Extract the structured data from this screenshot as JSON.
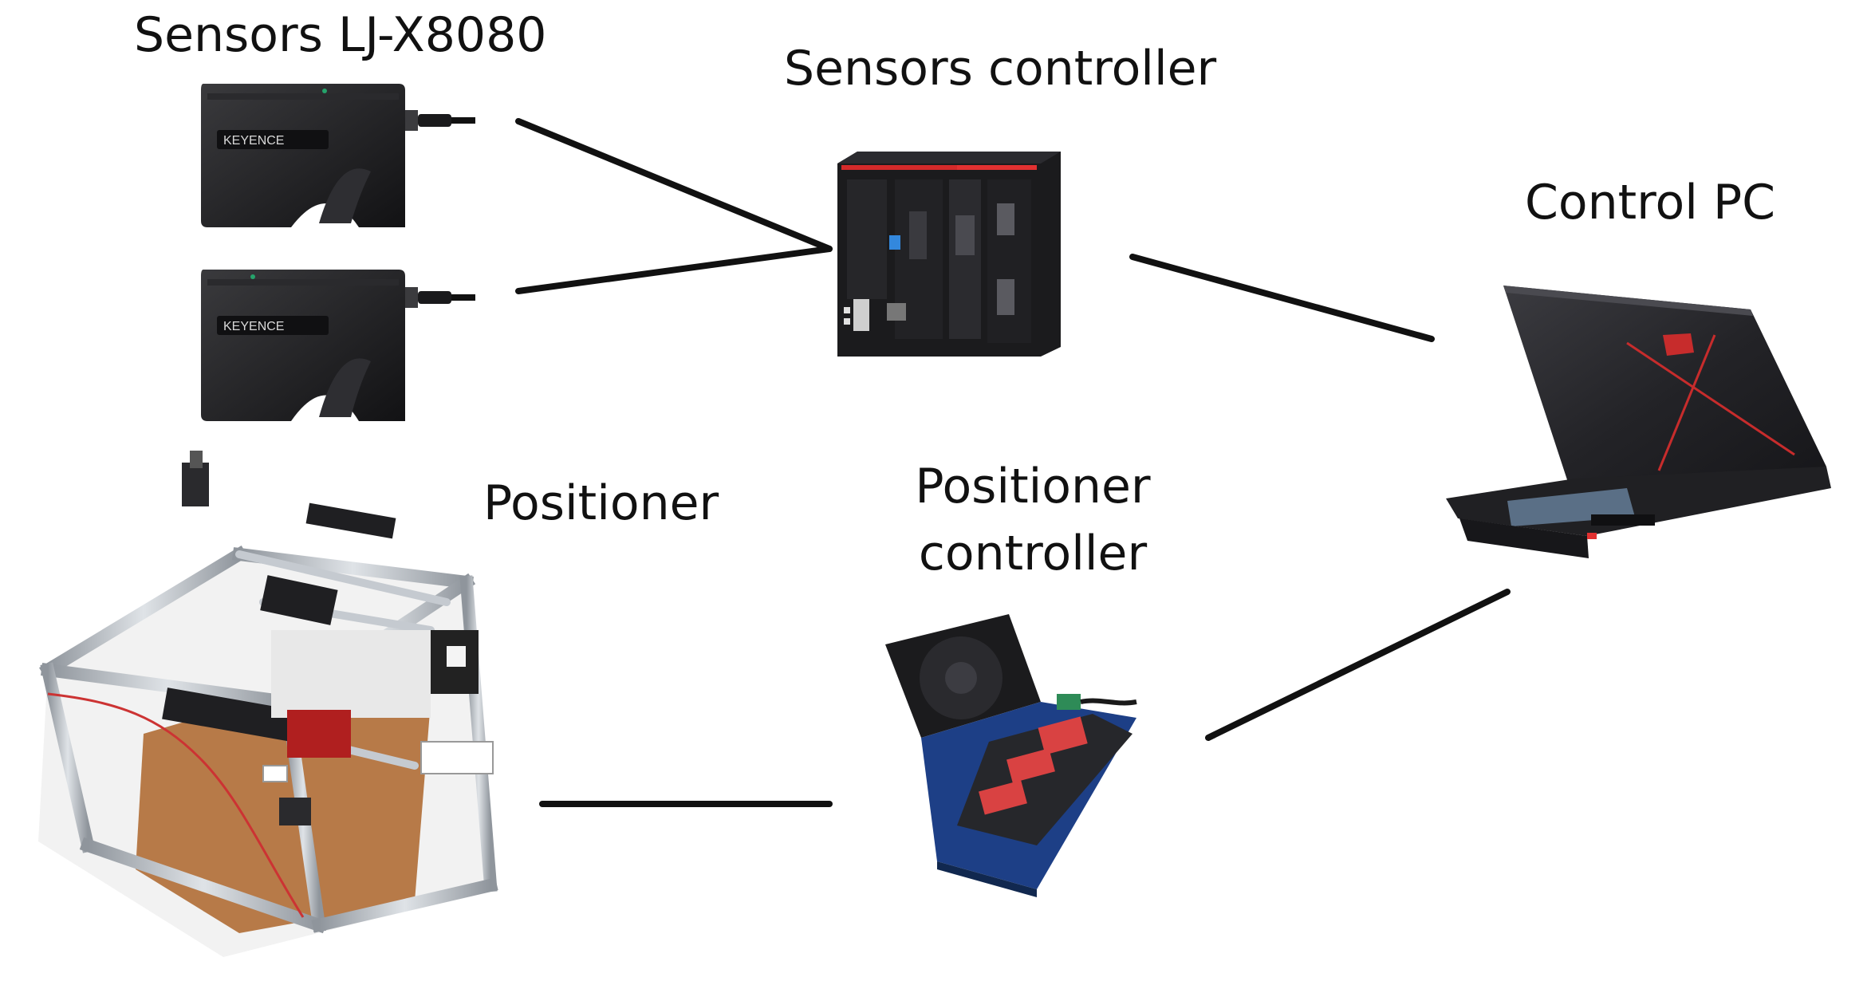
{
  "labels": {
    "sensors": "Sensors LJ-X8080",
    "sensors_controller": "Sensors controller",
    "control_pc": "Control PC",
    "positioner": "Positioner",
    "positioner_controller_line1": "Positioner",
    "positioner_controller_line2": "controller"
  },
  "devices": {
    "sensor_brand": "KEYENCE"
  },
  "colors": {
    "line": "#111111",
    "device_body": "#1b1b1d",
    "accent_red": "#d42a2a",
    "wood": "#b77a48",
    "aluminium": "#b9bec4",
    "pcb_blue": "#1d3f86"
  }
}
